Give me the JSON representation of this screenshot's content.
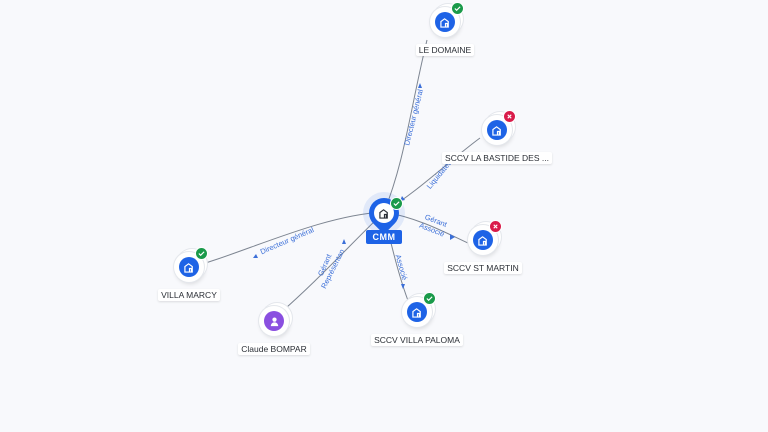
{
  "nodes": {
    "center": {
      "name": "CMM",
      "icon": "building-icon",
      "status": "active"
    },
    "le_domaine": {
      "name": "LE DOMAINE",
      "icon": "building-icon",
      "status": "active"
    },
    "sccv_bastide": {
      "name": "SCCV LA BASTIDE DES ...",
      "icon": "building-icon",
      "status": "closed"
    },
    "sccv_st_martin": {
      "name": "SCCV ST MARTIN",
      "icon": "building-icon",
      "status": "closed"
    },
    "sccv_villa_paloma": {
      "name": "SCCV VILLA PALOMA",
      "icon": "building-icon",
      "status": "active"
    },
    "villa_marcy": {
      "name": "VILLA MARCY",
      "icon": "building-icon",
      "status": "active"
    },
    "claude_bompar": {
      "name": "Claude BOMPAR",
      "icon": "person-icon",
      "status": ""
    }
  },
  "edges": {
    "le_domaine": "Directeur général",
    "sccv_bastide": "Liquidateur",
    "sccv_st_martin_1": "Gérant",
    "sccv_st_martin_2": "Associé",
    "sccv_villa_paloma": "Associé",
    "villa_marcy": "Directeur général",
    "claude_bompar_1": "Gérant",
    "claude_bompar_2": "Représentant"
  },
  "colors": {
    "accent": "#1e63e6",
    "person": "#8a4fe0",
    "status_active": "#1a9a4a",
    "status_closed": "#d91c4a",
    "edge_label": "#3b6fd8",
    "edge_line": "#7d8591"
  }
}
